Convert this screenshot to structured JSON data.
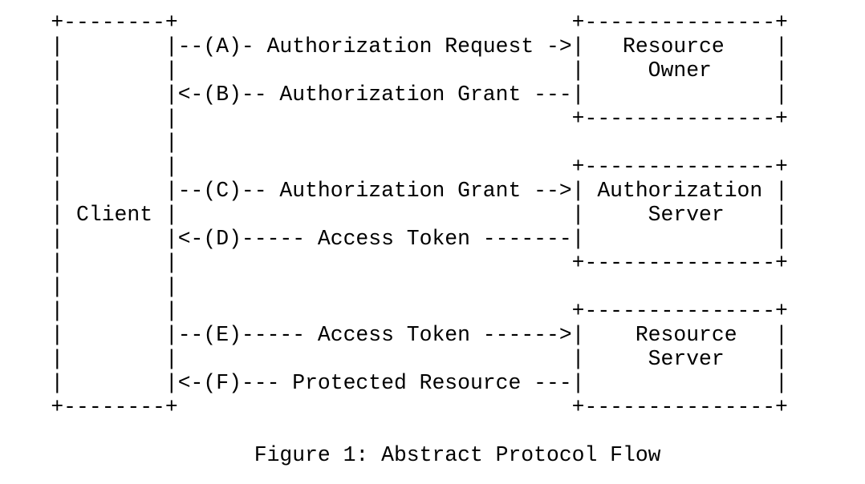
{
  "figure": {
    "caption": "Figure 1: Abstract Protocol Flow",
    "entities": {
      "client": "Client",
      "resource_owner": "Resource Owner",
      "authorization_server": "Authorization Server",
      "resource_server": "Resource Server"
    },
    "flow_steps": [
      {
        "id": "A",
        "from": "Client",
        "to": "Resource Owner",
        "label": "Authorization Request"
      },
      {
        "id": "B",
        "from": "Resource Owner",
        "to": "Client",
        "label": "Authorization Grant"
      },
      {
        "id": "C",
        "from": "Client",
        "to": "Authorization Server",
        "label": "Authorization Grant"
      },
      {
        "id": "D",
        "from": "Authorization Server",
        "to": "Client",
        "label": "Access Token"
      },
      {
        "id": "E",
        "from": "Client",
        "to": "Resource Server",
        "label": "Access Token"
      },
      {
        "id": "F",
        "from": "Resource Server",
        "to": "Client",
        "label": "Protected Resource"
      }
    ],
    "colors": {
      "text": "#000000",
      "background": "#ffffff"
    },
    "ascii_lines": [
      "    +--------+                               +---------------+",
      "    |        |--(A)- Authorization Request ->|   Resource    |",
      "    |        |                               |     Owner     |",
      "    |        |<-(B)-- Authorization Grant ---|               |",
      "    |        |                               +---------------+",
      "    |        |",
      "    |        |                               +---------------+",
      "    |        |--(C)-- Authorization Grant -->| Authorization |",
      "    | Client |                               |     Server    |",
      "    |        |<-(D)----- Access Token -------|               |",
      "    |        |                               +---------------+",
      "    |        |",
      "    |        |                               +---------------+",
      "    |        |--(E)----- Access Token ------>|    Resource   |",
      "    |        |                               |     Server    |",
      "    |        |<-(F)--- Protected Resource ---|               |",
      "    +--------+                               +---------------+"
    ]
  }
}
